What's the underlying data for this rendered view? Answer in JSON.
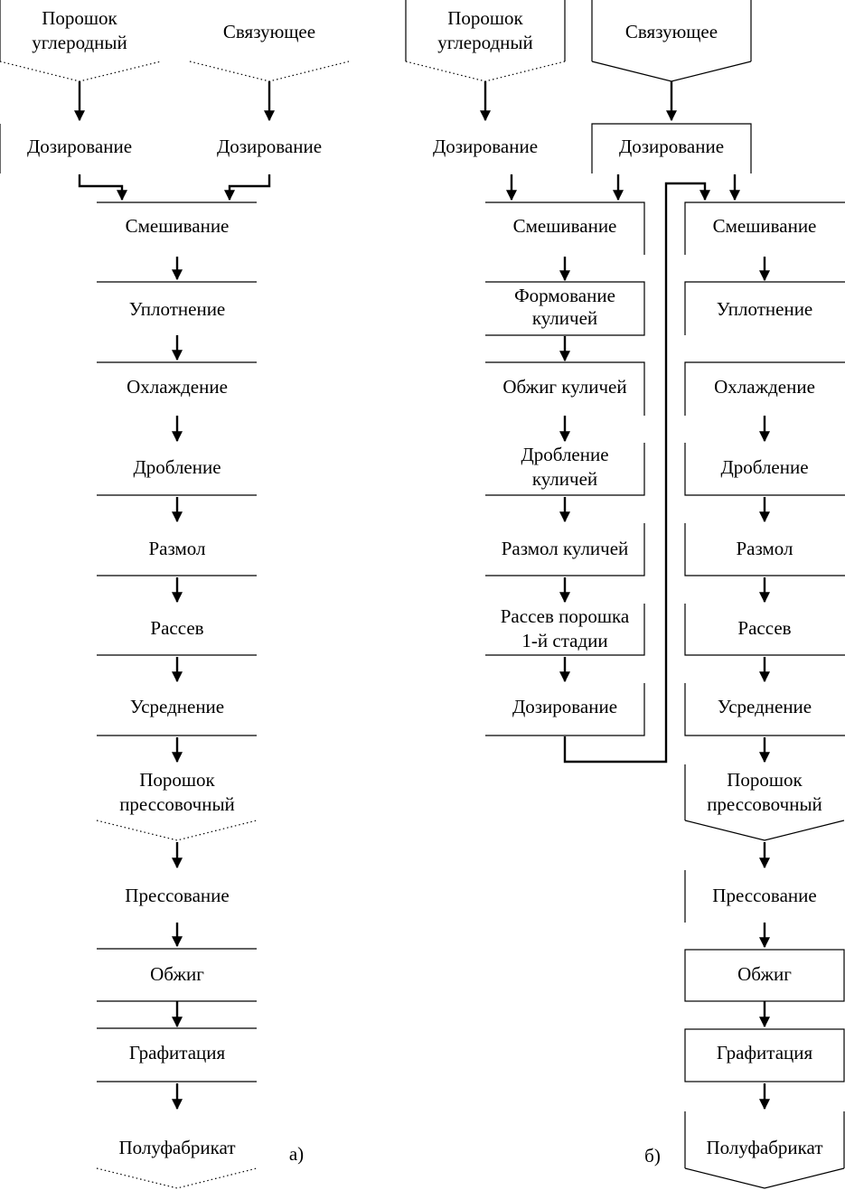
{
  "diagram": {
    "left": {
      "caption": "а)",
      "inputs": {
        "powder": "Порошок углеродный",
        "binder": "Связующее"
      },
      "dosing": {
        "powder": "Дозирование",
        "binder": "Дозирование"
      },
      "steps": [
        "Смешивание",
        "Уплотнение",
        "Охлаждение",
        "Дробление",
        "Размол",
        "Рассев",
        "Усреднение",
        "Порошок прессовочный",
        "Прессование",
        "Обжиг",
        "Графитация",
        "Полуфабрикат"
      ]
    },
    "right": {
      "caption": "б)",
      "inputs": {
        "powder": "Порошок углеродный",
        "binder": "Связующее"
      },
      "dosing": {
        "powder": "Дозирование",
        "binder": "Дозирование"
      },
      "stage1": [
        "Смешивание",
        "Формование куличей",
        "Обжиг куличей",
        "Дробление куличей",
        "Размол куличей",
        "Рассев порошка 1-й стадии",
        "Дозирование"
      ],
      "stage2": [
        "Смешивание",
        "Уплотнение",
        "Охлаждение",
        "Дробление",
        "Размол",
        "Рассев",
        "Усреднение",
        "Порошок прессовочный",
        "Прессование",
        "Обжиг",
        "Графитация",
        "Полуфабрикат"
      ]
    }
  }
}
